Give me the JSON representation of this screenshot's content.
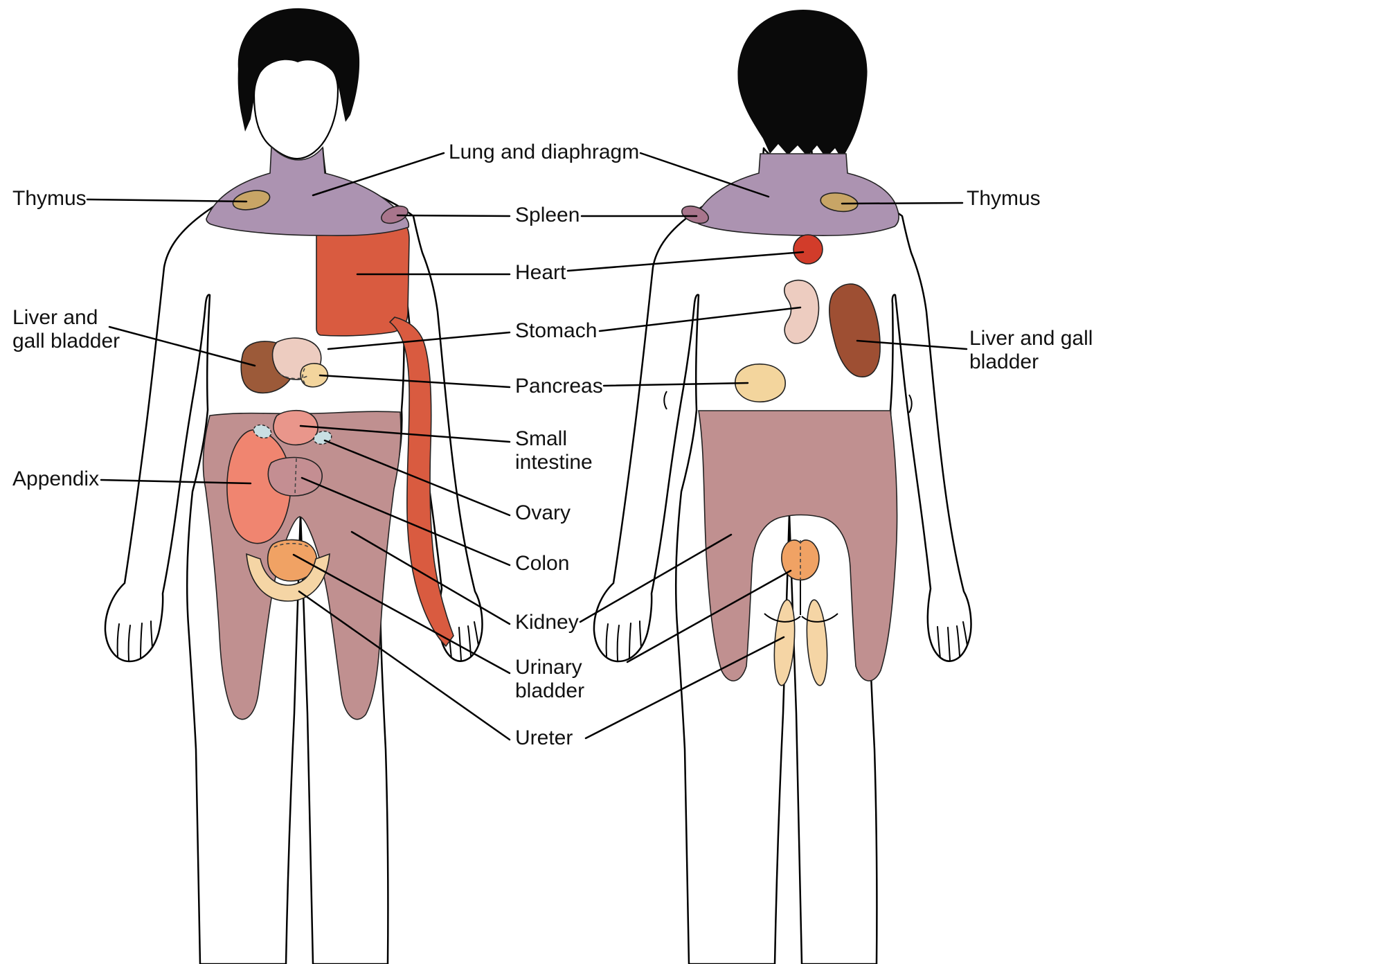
{
  "labels": {
    "lung_and_diaphragm": "Lung and diaphragm",
    "thymus_left": "Thymus",
    "thymus_right": "Thymus",
    "spleen": "Spleen",
    "heart": "Heart",
    "liver_gall_bladder_left": "Liver and gall bladder",
    "liver_gall_bladder_right": "Liver and gall bladder",
    "stomach": "Stomach",
    "pancreas": "Pancreas",
    "small_intestine": "Small intestine",
    "appendix": "Appendix",
    "ovary": "Ovary",
    "colon": "Colon",
    "kidney": "Kidney",
    "urinary_bladder": "Urinary bladder",
    "ureter": "Ureter"
  },
  "colors": {
    "outline": "#000000",
    "skin": "#ffffff",
    "hair": "#0a0a0a",
    "lung_diaphragm_region": "#ac93b1",
    "thymus_region": "#c8a566",
    "spleen_region": "#a8758c",
    "heart_front_region": "#d95b40",
    "heart_back_region": "#d23c2a",
    "liver_front_region": "#9c5a39",
    "liver_back_region": "#9e4f33",
    "stomach_region": "#edccc0",
    "pancreas_region": "#f3d59d",
    "small_intestine_region": "#e9968b",
    "ovary_region": "#c9dfe3",
    "colon_region": "#c48e92",
    "appendix_region": "#f08570",
    "kidney_region": "#c09090",
    "urinary_bladder_region": "#f0a264",
    "ureter_region": "#f5d5a5"
  }
}
